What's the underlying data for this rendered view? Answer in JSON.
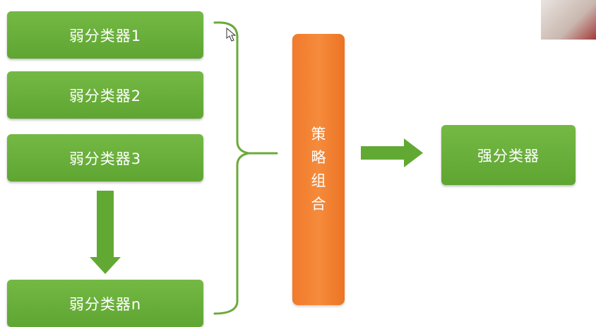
{
  "diagram": {
    "weak_classifiers": [
      "弱分类器1",
      "弱分类器2",
      "弱分类器3",
      "弱分类器n"
    ],
    "strategy_label": [
      "策",
      "略",
      "组",
      "合"
    ],
    "strong_classifier": "强分类器",
    "colors": {
      "green": "#6ab03b",
      "orange": "#f2802f",
      "line_green": "#6aaa3a"
    }
  }
}
